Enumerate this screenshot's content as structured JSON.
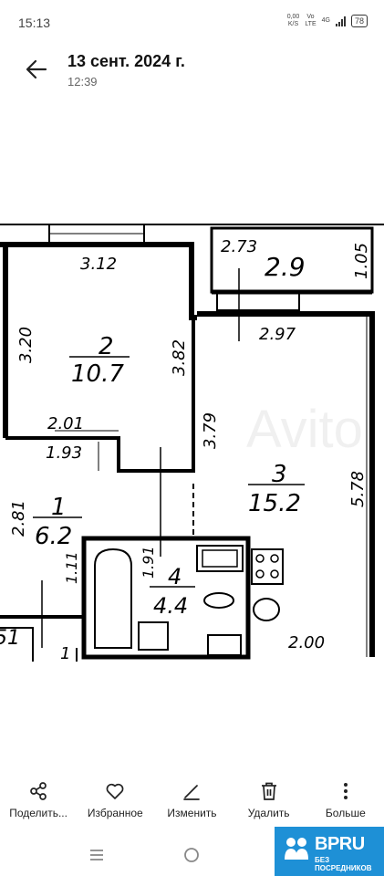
{
  "status": {
    "time": "15:13",
    "speed_top": "0,00",
    "speed_bottom": "K/S",
    "net_top": "Vo",
    "net_bottom": "LTE",
    "net_type": "4G",
    "battery": "78"
  },
  "header": {
    "title": "13 сент. 2024 г.",
    "subtitle": "12:39",
    "back_icon": "arrow-left-icon"
  },
  "floorplan": {
    "rooms": [
      {
        "number": "2",
        "area": "10.7"
      },
      {
        "number": "3",
        "area": "15.2"
      },
      {
        "number": "1",
        "area": "6.2"
      },
      {
        "number": "4",
        "area": "4.4"
      }
    ],
    "balcony_area": "2.9",
    "dims": {
      "d312": "3.12",
      "d273": "2.73",
      "d105": "1.05",
      "d320": "3.20",
      "d382": "3.82",
      "d297": "2.97",
      "d201": "2.01",
      "d379": "3.79",
      "d193": "1.93",
      "d578": "5.78",
      "d281": "2.81",
      "d111": "1.11",
      "d191": "1.91",
      "d200": "2.00",
      "d51": "51",
      "d1": "1"
    },
    "watermark": "Avito"
  },
  "actions": [
    {
      "label": "Поделить...",
      "icon": "share-icon"
    },
    {
      "label": "Избранное",
      "icon": "heart-icon"
    },
    {
      "label": "Изменить",
      "icon": "edit-icon"
    },
    {
      "label": "Удалить",
      "icon": "trash-icon"
    },
    {
      "label": "Больше",
      "icon": "more-icon"
    }
  ],
  "navbar": {
    "icons": [
      "menu-icon",
      "home-icon",
      "back-icon"
    ]
  },
  "badge": {
    "text": "BPRU",
    "subtext": "БЕЗ ПОСРЕДНИКОВ"
  }
}
